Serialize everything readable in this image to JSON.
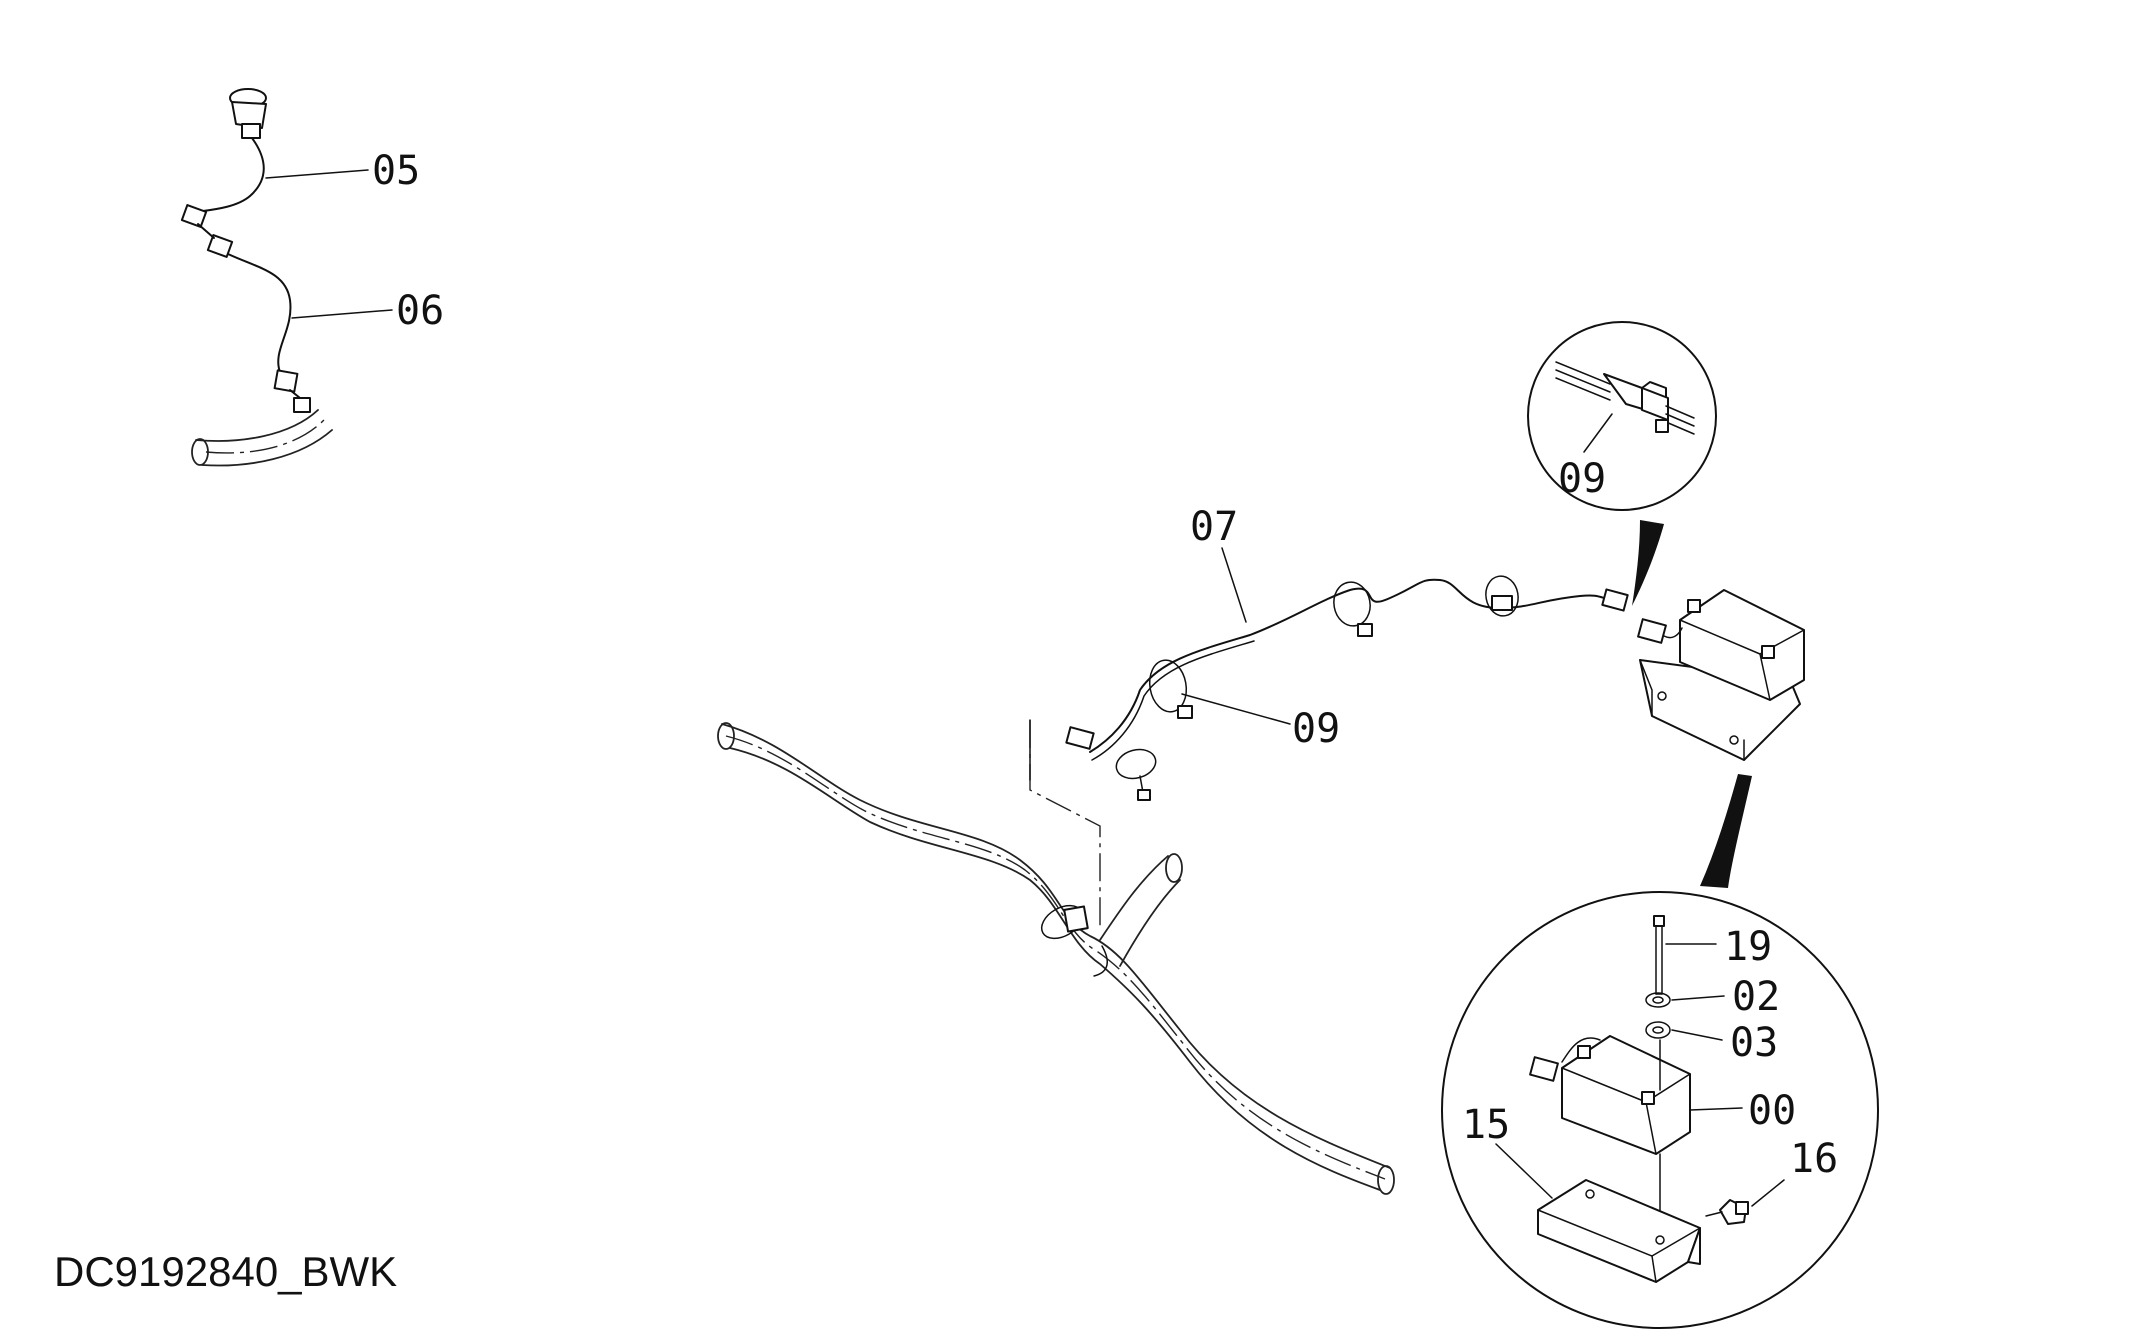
{
  "drawing_id": "DC9192840_BWK",
  "callouts": {
    "c05": "05",
    "c06": "06",
    "c07": "07",
    "c09_harness": "09",
    "c09_detail": "09",
    "c19": "19",
    "c02": "02",
    "c03": "03",
    "c00": "00",
    "c15": "15",
    "c16": "16"
  }
}
